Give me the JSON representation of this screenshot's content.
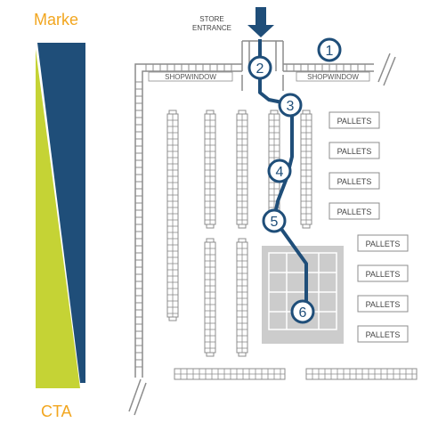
{
  "labels": {
    "brand": "Marke",
    "cta": "CTA",
    "store_entrance_line1": "STORE",
    "store_entrance_line2": "ENTRANCE",
    "shopwindow_left": "SHOPWINDOW",
    "shopwindow_right": "SHOPWINDOW",
    "pallets": "PALLETS"
  },
  "steps": [
    "1",
    "2",
    "3",
    "4",
    "5",
    "6"
  ],
  "colors": {
    "blue": "#1f4e79",
    "lime": "#c5d335",
    "orange": "#f2a61f",
    "grey": "#8c8c8c",
    "light_grey": "#cccccc"
  }
}
